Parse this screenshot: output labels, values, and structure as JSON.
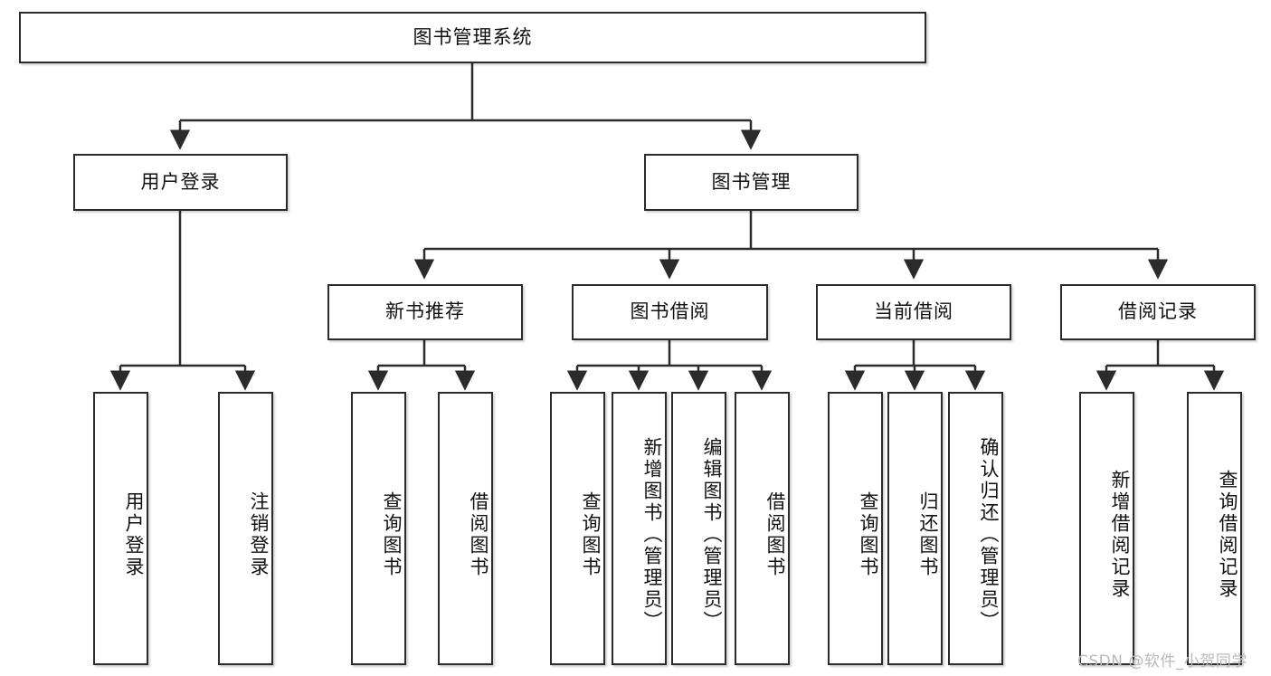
{
  "diagram": {
    "type": "tree-hierarchy",
    "title": "图书管理系统",
    "watermark": "CSDN @软件_小贺同学",
    "colors": {
      "box_border": "#2b2b2b",
      "box_fill": "#ffffff",
      "text": "#111111",
      "edge": "#2b2b2b",
      "watermark": "#b9b9b9"
    },
    "root": {
      "label": "图书管理系统"
    },
    "level2": [
      {
        "label": "用户登录"
      },
      {
        "label": "图书管理"
      }
    ],
    "level3": [
      {
        "label": "新书推荐"
      },
      {
        "label": "图书借阅"
      },
      {
        "label": "当前借阅"
      },
      {
        "label": "借阅记录"
      }
    ],
    "leaves": {
      "user_login": [
        {
          "label": "用户登录"
        },
        {
          "label": "注销登录"
        }
      ],
      "new_book_recommend": [
        {
          "label": "查询图书"
        },
        {
          "label": "借阅图书"
        }
      ],
      "book_borrow": [
        {
          "label": "查询图书"
        },
        {
          "label": "新增图书（管理员）"
        },
        {
          "label": "编辑图书（管理员）"
        },
        {
          "label": "借阅图书"
        }
      ],
      "current_borrow": [
        {
          "label": "查询图书"
        },
        {
          "label": "归还图书"
        },
        {
          "label": "确认归还（管理员）"
        }
      ],
      "borrow_records": [
        {
          "label": "新增借阅记录"
        },
        {
          "label": "查询借阅记录"
        }
      ]
    }
  }
}
